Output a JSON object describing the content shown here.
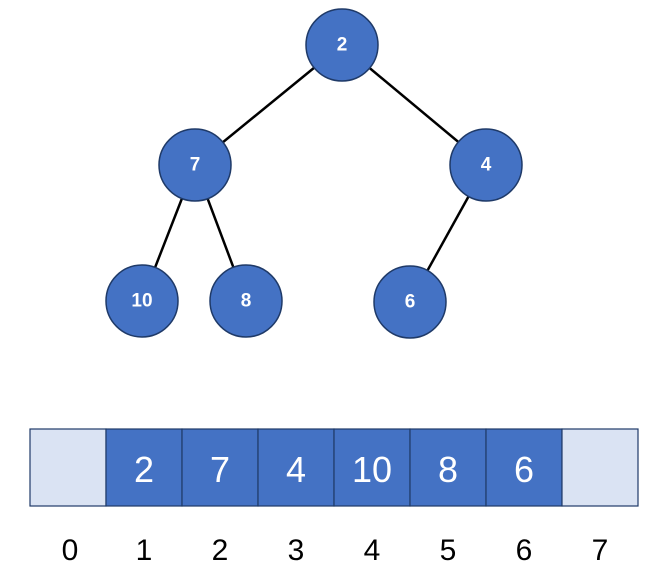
{
  "colors": {
    "node_fill": "#4472c4",
    "node_text": "#ffffff",
    "filled_cell": "#4472c4",
    "empty_cell": "#dae3f3",
    "edge": "#000000",
    "index_text": "#000000"
  },
  "tree": {
    "nodes": [
      {
        "id": "n1",
        "label": "2"
      },
      {
        "id": "n2",
        "label": "7"
      },
      {
        "id": "n3",
        "label": "4"
      },
      {
        "id": "n4",
        "label": "10"
      },
      {
        "id": "n5",
        "label": "8"
      },
      {
        "id": "n6",
        "label": "6"
      }
    ],
    "edges": [
      {
        "from": "n1",
        "to": "n2"
      },
      {
        "from": "n1",
        "to": "n3"
      },
      {
        "from": "n2",
        "to": "n4"
      },
      {
        "from": "n2",
        "to": "n5"
      },
      {
        "from": "n3",
        "to": "n6"
      }
    ]
  },
  "array": {
    "cells": [
      {
        "value": "",
        "empty": true
      },
      {
        "value": "2",
        "empty": false
      },
      {
        "value": "7",
        "empty": false
      },
      {
        "value": "4",
        "empty": false
      },
      {
        "value": "10",
        "empty": false
      },
      {
        "value": "8",
        "empty": false
      },
      {
        "value": "6",
        "empty": false
      },
      {
        "value": "",
        "empty": true
      }
    ],
    "indices": [
      "0",
      "1",
      "2",
      "3",
      "4",
      "5",
      "6",
      "7"
    ]
  }
}
